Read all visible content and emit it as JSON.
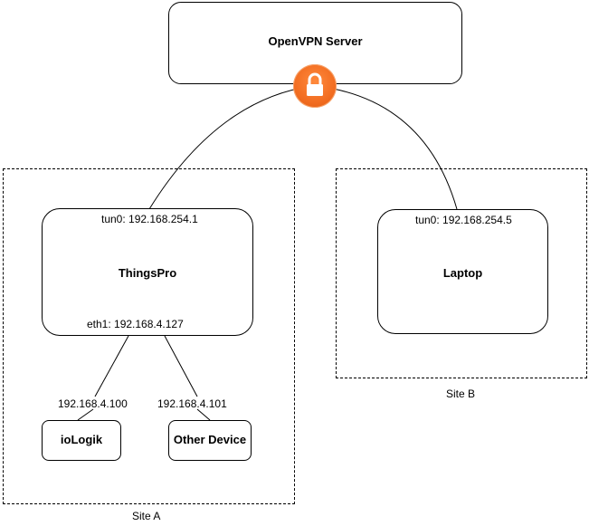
{
  "nodes": {
    "openvpn_server": {
      "label": "OpenVPN Server"
    },
    "thingspro": {
      "label": "ThingsPro",
      "tun_label": "tun0: 192.168.254.1",
      "eth_label": "eth1: 192.168.4.127"
    },
    "laptop": {
      "label": "Laptop",
      "tun_label": "tun0: 192.168.254.5"
    },
    "iologik": {
      "label": "ioLogik",
      "ip_label": "192.168.4.100"
    },
    "other_device": {
      "label": "Other Device",
      "ip_label": "192.168.4.101"
    }
  },
  "sites": {
    "site_a": {
      "label": "Site A"
    },
    "site_b": {
      "label": "Site B"
    }
  },
  "icons": {
    "lock": "lock-icon"
  },
  "colors": {
    "lock_badge": "#f26d21",
    "lines": "#000000"
  }
}
